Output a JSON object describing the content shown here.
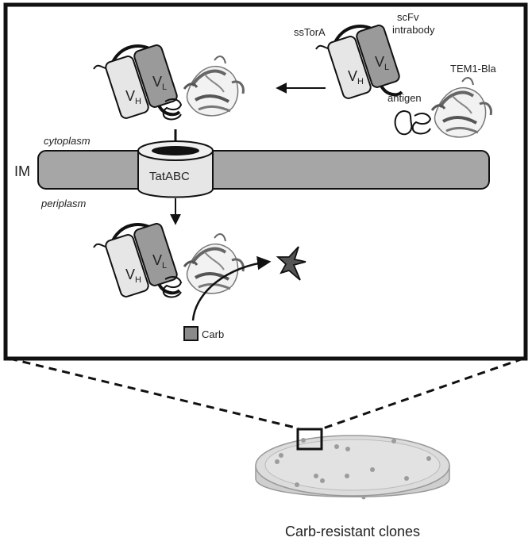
{
  "labels": {
    "ssTorA": "ssTorA",
    "scFv_line1": "scFv",
    "scFv_line2": "intrabody",
    "tem1": "TEM1-Bla",
    "antigen": "antigen",
    "cytoplasm": "cytoplasm",
    "periplasm": "periplasm",
    "im": "IM",
    "tatabc": "TatABC",
    "carb": "Carb",
    "caption": "Carb-resistant clones",
    "vh_main": "V",
    "vh_sub": "H",
    "vl_main": "V",
    "vl_sub": "L"
  },
  "colors": {
    "background": "#ffffff",
    "outline": "#111111",
    "membrane": "#a6a6a6",
    "vl_domain": "#9a9a9a",
    "vh_domain": "#e6e6e6",
    "carb_square": "#8a8a8a",
    "dish": "#dcdcdc",
    "colony": "#9c9c9c"
  },
  "icons": [
    "protein-ribbon-icon",
    "star-burst-icon",
    "petri-dish-icon"
  ]
}
